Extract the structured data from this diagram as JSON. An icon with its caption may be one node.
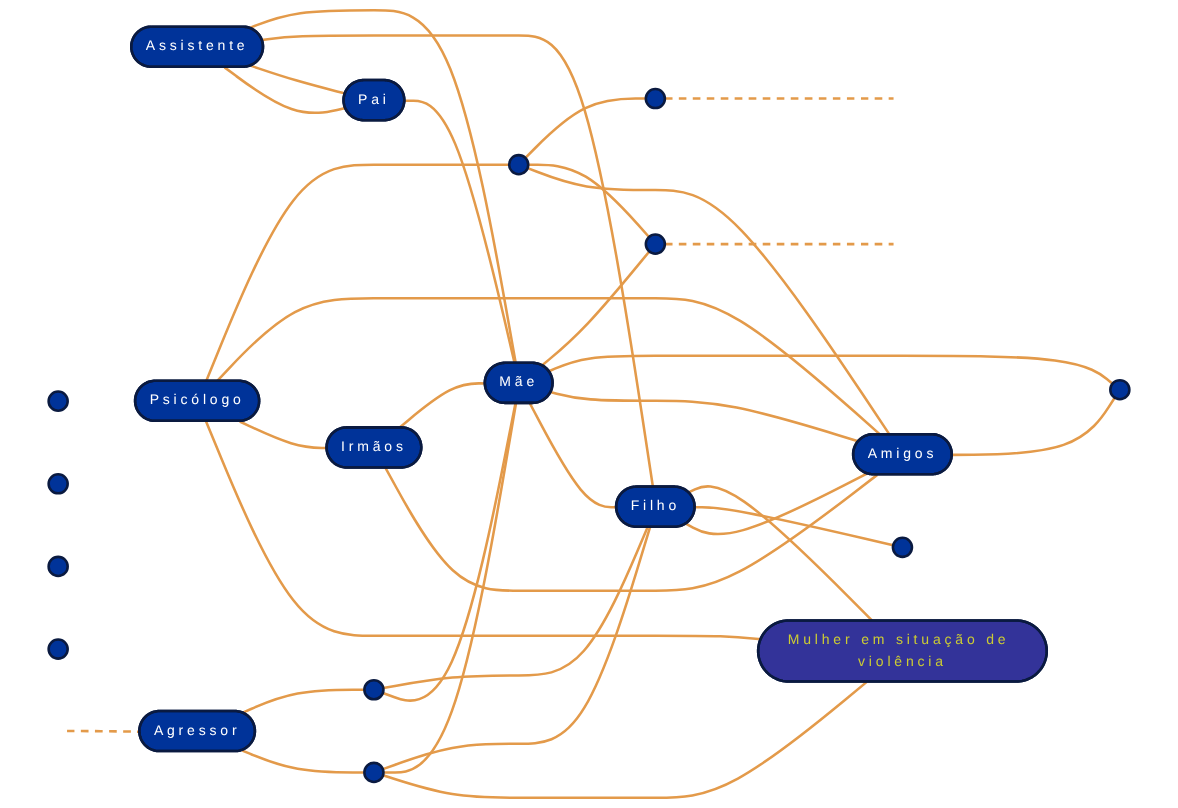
{
  "diagram": {
    "nodes": [
      {
        "text": [
          "Assistente"
        ]
      },
      {
        "text": [
          "Pai"
        ]
      },
      {
        "text": [],
        "shape": "circle"
      },
      {
        "text": [
          "Psicólogo"
        ]
      },
      {
        "text": [
          "Agressor"
        ]
      },
      {
        "text": [],
        "shape": "circle"
      },
      {
        "text": [
          "Mulher em situação de violência"
        ]
      },
      {
        "text": [
          "Irmãos"
        ]
      },
      {
        "text": [],
        "shape": "circle"
      },
      {
        "text": [],
        "shape": "circle"
      },
      {
        "text": [
          "Mãe"
        ]
      },
      {
        "text": [
          "Amigos"
        ]
      },
      {
        "text": [],
        "shape": "circle"
      },
      {
        "text": [
          "Filho"
        ]
      },
      {
        "text": [],
        "shape": "circle"
      },
      {
        "text": [],
        "shape": "circle"
      },
      {
        "text": [],
        "shape": "circle"
      },
      {
        "text": [],
        "shape": "circle"
      },
      {
        "text": [],
        "shape": "circle"
      },
      {
        "text": [],
        "shape": "circle"
      }
    ],
    "edges": [
      {
        "from": 0,
        "to": 1,
        "arrow": "none"
      },
      {
        "from": 0,
        "to": 1,
        "arrow": "none"
      },
      {
        "from": 0,
        "to": 13,
        "arrow": "none"
      },
      {
        "from": 0,
        "to": 10,
        "arrow": "none"
      },
      {
        "from": 1,
        "to": 10,
        "arrow": "none"
      },
      {
        "from": 3,
        "to": 6,
        "arrow": "none"
      },
      {
        "from": 3,
        "to": 7,
        "arrow": "none"
      },
      {
        "from": 3,
        "to": 11,
        "arrow": "none"
      },
      {
        "from": 3,
        "to": 12,
        "arrow": "none"
      },
      {
        "from": 4,
        "to": 8,
        "arrow": "none"
      },
      {
        "from": 4,
        "to": 9,
        "arrow": "none"
      },
      {
        "from": 7,
        "to": 11,
        "arrow": "none"
      },
      {
        "from": 7,
        "to": 10,
        "arrow": "none"
      },
      {
        "from": 8,
        "to": 6,
        "arrow": "none"
      },
      {
        "from": 8,
        "to": 10,
        "arrow": "none"
      },
      {
        "from": 8,
        "to": 13,
        "arrow": "none"
      },
      {
        "from": 9,
        "to": 10,
        "arrow": "none"
      },
      {
        "from": 9,
        "to": 13,
        "arrow": "none"
      },
      {
        "from": 10,
        "to": 13,
        "arrow": "none"
      },
      {
        "from": 10,
        "to": 11,
        "arrow": "none"
      },
      {
        "from": 10,
        "to": 17,
        "arrow": "none"
      },
      {
        "from": 10,
        "to": 16,
        "arrow": "none"
      },
      {
        "from": 13,
        "to": 11,
        "arrow": "none"
      },
      {
        "from": 13,
        "to": 19,
        "arrow": "none"
      },
      {
        "from": 13,
        "to": 6,
        "arrow": "none"
      },
      {
        "from": 12,
        "to": 11,
        "arrow": "none"
      },
      {
        "from": 12,
        "to": 16,
        "arrow": "none"
      },
      {
        "from": 12,
        "to": 18,
        "arrow": "none"
      },
      {
        "from": 11,
        "to": 17,
        "arrow": "none"
      },
      {
        "from": null,
        "to": 4,
        "arrow": "none",
        "style": "dashed"
      },
      {
        "from": 16,
        "to": null,
        "arrow": "none",
        "style": "dashed"
      },
      {
        "from": 18,
        "to": null,
        "arrow": "none",
        "style": "dashed"
      }
    ]
  }
}
